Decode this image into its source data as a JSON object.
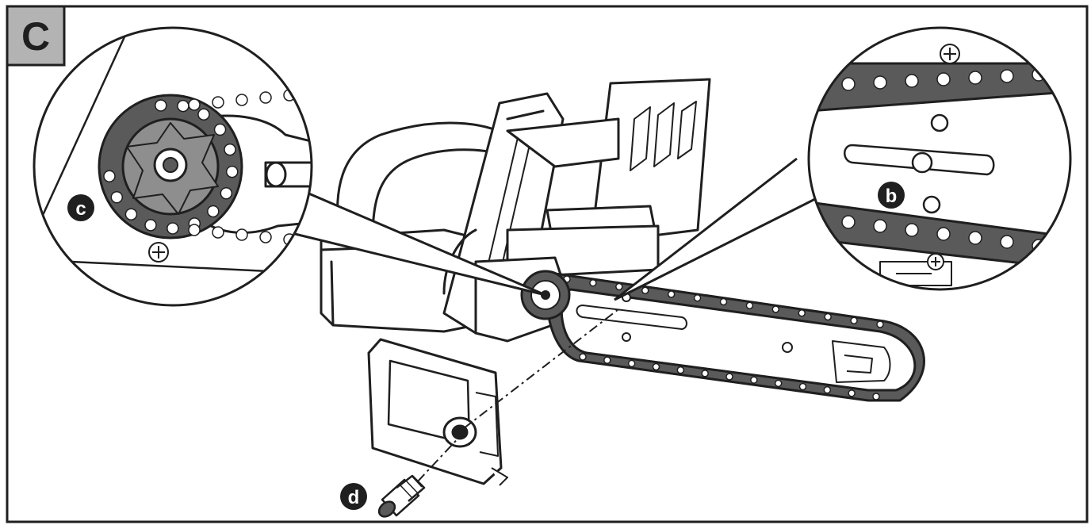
{
  "panel": {
    "letter": "C"
  },
  "callouts": {
    "b": "b",
    "c": "c",
    "d": "d"
  },
  "colors": {
    "ink": "#1f1f1f",
    "panel_tag_bg": "#b3b3b3",
    "chain_fill": "#5a5a5a",
    "sprocket_fill": "#8e8e8e",
    "paper": "#ffffff"
  }
}
